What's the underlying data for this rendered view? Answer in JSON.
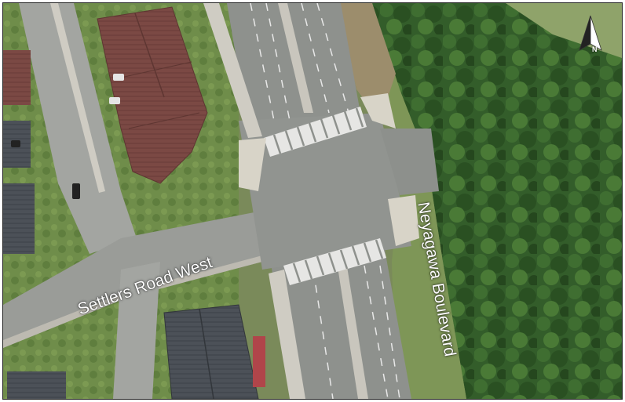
{
  "labels": {
    "settlers_road": "Settlers Road West",
    "neyagawa_boulevard": "Neyagawa Boulevard"
  },
  "north_arrow": {
    "letter": "N",
    "icon": "north-arrow-icon"
  },
  "colors": {
    "road": "#8e918d",
    "lane_marking": "#e8e8e8",
    "vegetation_dark": "#2f5a26",
    "vegetation_light": "#6e9146",
    "roof_brown": "#7a4a45",
    "roof_grey": "#4b5057",
    "sidewalk": "#c9c6bd",
    "lawn": "#6d8a45"
  }
}
